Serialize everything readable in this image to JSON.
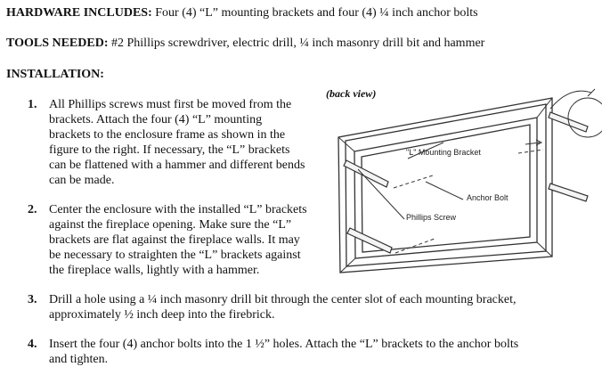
{
  "hardware": {
    "heading": "HARDWARE INCLUDES:",
    "text": " Four (4) “L” mounting brackets and four (4) ¼ inch anchor bolts"
  },
  "tools": {
    "heading": "TOOLS NEEDED:",
    "text": " #2 Phillips screwdriver, electric drill, ¼ inch masonry drill bit and hammer"
  },
  "installation": {
    "heading": "INSTALLATION:"
  },
  "steps": [
    {
      "number": "1.",
      "lines": [
        "All Phillips screws must first be moved from the",
        "brackets. Attach the four (4) “L” mounting",
        "brackets to the enclosure frame as shown in the",
        "figure to the right. If necessary, the “L” brackets",
        "can be flattened with a hammer and different bends",
        "can be made."
      ]
    },
    {
      "number": "2.",
      "lines": [
        "Center the enclosure with the installed “L” brackets",
        "against the fireplace opening. Make sure the “L”",
        "brackets are flat against the fireplace walls. It may",
        "be necessary to straighten the “L” brackets against",
        "the fireplace walls, lightly with a hammer."
      ]
    },
    {
      "number": "3.",
      "lines": [
        "Drill a hole using a ¼ inch masonry drill bit through the center slot of each mounting bracket,",
        "approximately ½ inch deep into the firebrick."
      ]
    },
    {
      "number": "4.",
      "lines": [
        "Insert the four (4) anchor bolts into the 1 ½” holes. Attach the “L” brackets to the anchor bolts",
        "and tighten."
      ]
    }
  ],
  "figure": {
    "caption": "(back view)",
    "labels": {
      "bracket": "\"L\" Mounting Bracket",
      "anchor": "Anchor Bolt",
      "screw": "Phillips Screw"
    }
  }
}
